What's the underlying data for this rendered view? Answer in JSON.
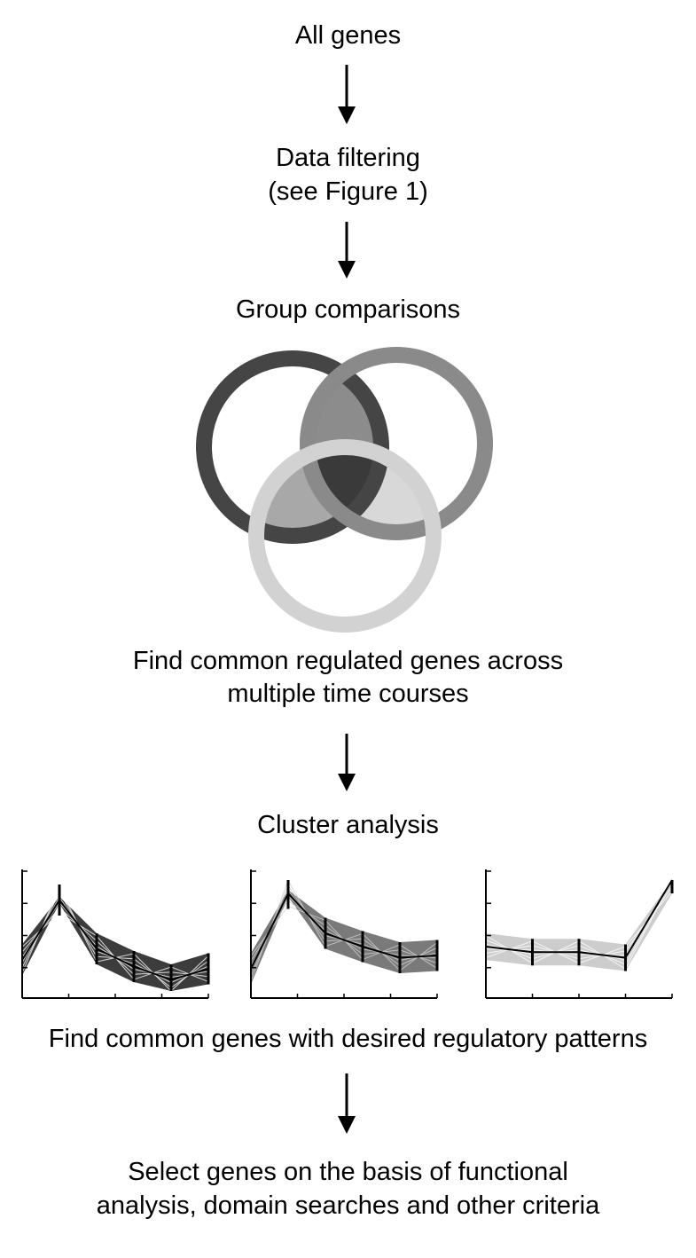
{
  "steps": {
    "all_genes": "All genes",
    "filtering_1": "Data filtering",
    "filtering_2": "(see Figure 1)",
    "group_comparisons": "Group comparisons",
    "common_1": "Find common regulated genes across",
    "common_2": "multiple time courses",
    "cluster": "Cluster analysis",
    "patterns": "Find common genes with desired regulatory patterns",
    "select_1": "Select genes on the basis of functional",
    "select_2": "analysis, domain searches and other criteria"
  },
  "venn": {
    "ring_colors": [
      "#454545",
      "#8a8a8a",
      "#d2d2d2"
    ],
    "overlap_colors": [
      "#8c8c8c",
      "#3a3a3a",
      "#a8a8a8",
      "#d8d8d8"
    ]
  },
  "clusters": [
    {
      "fill": "#3c3c3c",
      "lines": "#ffffff",
      "mean": [
        0.28,
        0.82,
        0.38,
        0.22,
        0.1,
        0.2
      ]
    },
    {
      "fill": "#7a7a7a",
      "lines": "#cfcfcf",
      "mean": [
        0.2,
        0.88,
        0.52,
        0.4,
        0.3,
        0.32
      ]
    },
    {
      "fill": "#cdcdcd",
      "lines": "#ffffff",
      "mean": [
        0.4,
        0.35,
        0.35,
        0.3,
        1.0
      ]
    }
  ]
}
